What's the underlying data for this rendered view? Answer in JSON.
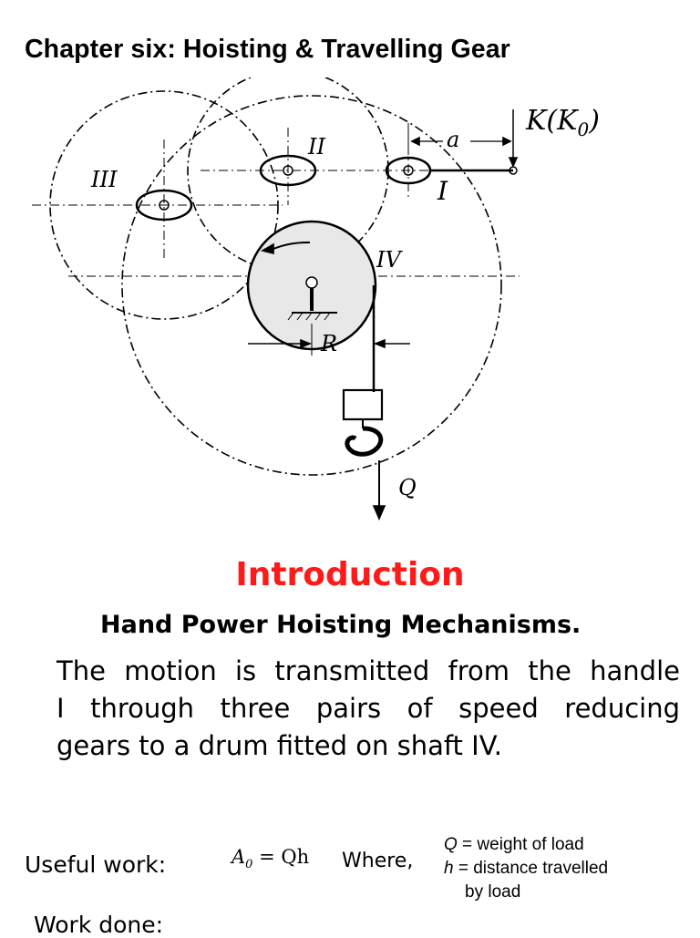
{
  "document": {
    "chapter_title": "Chapter six: Hoisting & Travelling Gear",
    "diagram": {
      "labels": {
        "force": "K(K",
        "force_sub": "0",
        "force_close": ")",
        "arm": "a",
        "handle": "I",
        "gear_II": "II",
        "gear_III": "III",
        "gear_IV": "IV",
        "radius": "R",
        "load": "Q"
      }
    },
    "intro_heading": "Introduction",
    "intro_color": "#ff1a1a",
    "subheading": "Hand Power Hoisting Mechanisms.",
    "body_lines": [
      "The motion is transmitted from the handle",
      "I through three pairs of speed reducing",
      "gears to a drum fitted on shaft IV."
    ],
    "useful_work": {
      "label": "Useful work:",
      "formula_A": "A",
      "formula_sub": "0",
      "formula_rest": " = Qh",
      "where": "Where,",
      "def_q_sym": "Q",
      "def_q_text": " = weight of load",
      "def_h_sym": "h",
      "def_h_text": " = distance travelled",
      "def_h_text2": "by load"
    },
    "work_done_label": "Work done:"
  }
}
